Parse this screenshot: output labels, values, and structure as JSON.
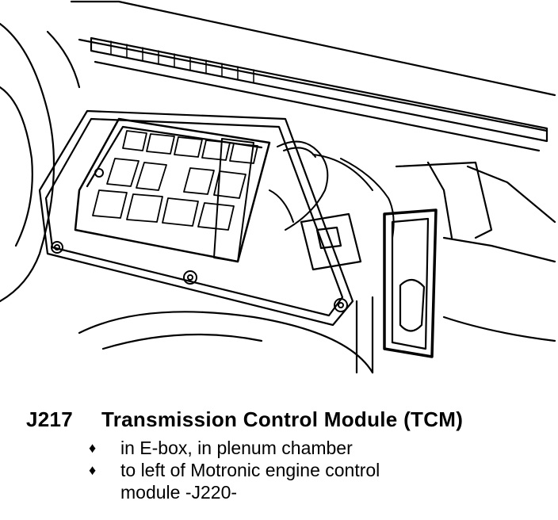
{
  "caption": {
    "code": "J217",
    "title": "Transmission Control Module (TCM)",
    "bullets": [
      {
        "symbol": "♦",
        "lines": [
          "in E-box, in plenum chamber"
        ]
      },
      {
        "symbol": "♦",
        "lines": [
          "to left of Motronic engine control",
          "module -J220-"
        ]
      }
    ]
  }
}
